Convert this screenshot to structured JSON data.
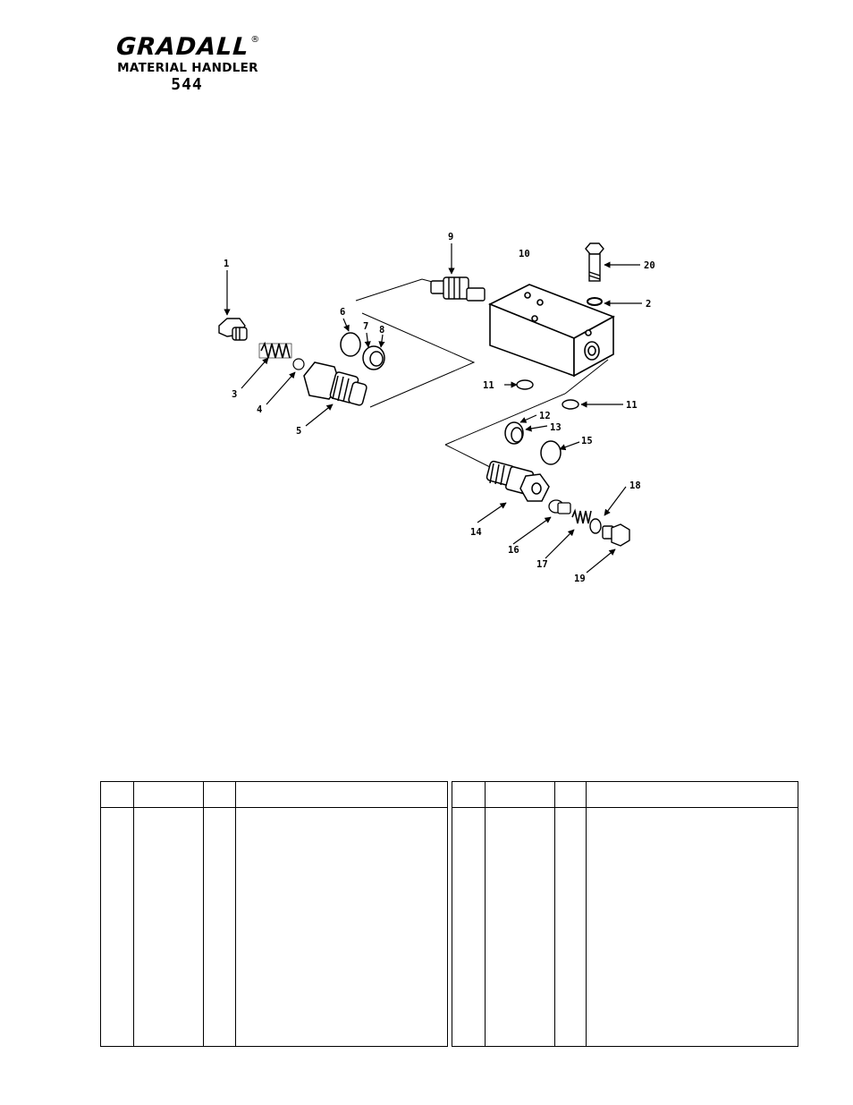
{
  "header": {
    "brand": "GRADALL",
    "registered_mark": "®",
    "product_line": "MATERIAL HANDLER",
    "model": "544"
  },
  "diagram": {
    "callouts": [
      "1",
      "2",
      "3",
      "4",
      "5",
      "6",
      "7",
      "8",
      "9",
      "10",
      "11",
      "11",
      "12",
      "13",
      "14",
      "15",
      "16",
      "17",
      "18",
      "19",
      "20"
    ]
  },
  "parts_table": {
    "columns": [
      "",
      "",
      "",
      ""
    ],
    "rows": []
  }
}
